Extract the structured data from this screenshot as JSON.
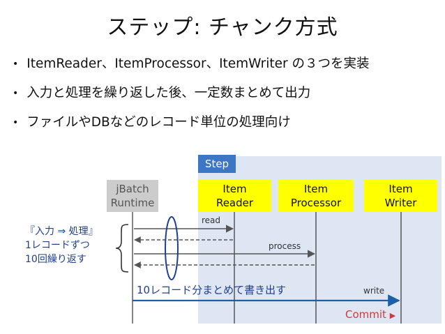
{
  "title": "ステップ: チャンク方式",
  "bullets": [
    "ItemReader、ItemProcessor、ItemWriter の３つを実装",
    "入力と処理を繰り返した後、一定数まとめて出力",
    "ファイルやDBなどのレコード単位の処理向け"
  ],
  "diagram": {
    "step_label": "Step",
    "runtime": {
      "line1": "jBatch",
      "line2": "Runtime"
    },
    "reader": {
      "line1": "Item",
      "line2": "Reader"
    },
    "processor": {
      "line1": "Item",
      "line2": "Processor"
    },
    "writer": {
      "line1": "Item",
      "line2": "Writer"
    },
    "loop_note": [
      "『入力 ⇒ 処理』",
      "1レコードずつ",
      "10回繰り返す"
    ],
    "read_label": "read",
    "process_label": "process",
    "write_note": "10レコード分まとめて書き出す",
    "write_label": "write",
    "commit_label": "Commit",
    "commit_icon": "▶"
  },
  "colors": {
    "step_tab": "#3c76c4",
    "step_frame": "#dde6f2",
    "participant": "#ffff00",
    "runtime_box": "#cccccc",
    "arrow": "#555555",
    "write_arrow": "#1f5fa8",
    "commit": "#cf3a3a",
    "highlight_ellipse": "#1f3f8f"
  }
}
